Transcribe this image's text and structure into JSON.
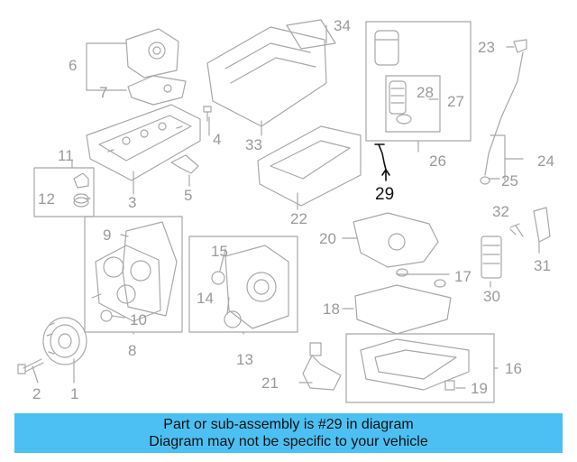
{
  "callouts": {
    "c1": "1",
    "c2": "2",
    "c3": "3",
    "c4": "4",
    "c5": "5",
    "c6": "6",
    "c7": "7",
    "c8": "8",
    "c9": "9",
    "c10": "10",
    "c11": "11",
    "c12": "12",
    "c13": "13",
    "c14": "14",
    "c15": "15",
    "c16": "16",
    "c17": "17",
    "c18": "18",
    "c19": "19",
    "c20": "20",
    "c21": "21",
    "c22": "22",
    "c23": "23",
    "c24": "24",
    "c25": "25",
    "c26": "26",
    "c27": "27",
    "c28": "28",
    "c29": "29",
    "c30": "30",
    "c31": "31",
    "c32": "32",
    "c33": "33",
    "c34": "34"
  },
  "highlight_part": "29",
  "colors": {
    "line": "#a8a8a8",
    "highlight": "#111111",
    "banner": "#4cc0f2"
  },
  "banner": {
    "line1": "Part or sub-assembly is #29 in diagram",
    "line2": "Diagram may not be specific to your vehicle"
  }
}
